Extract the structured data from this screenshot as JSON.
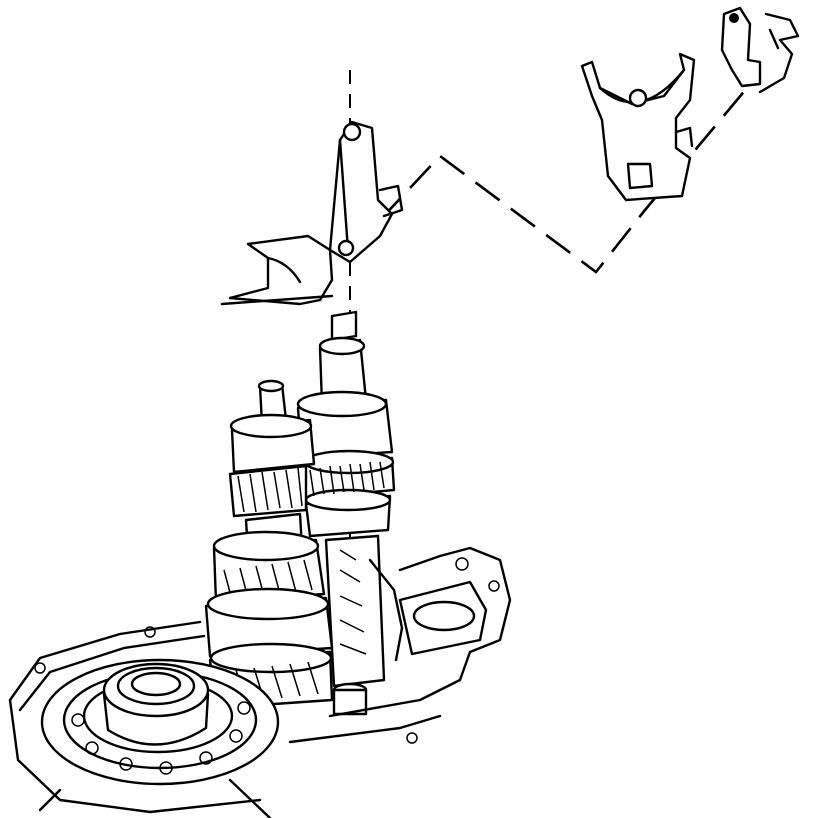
{
  "diagram": {
    "ink_color": "#000000",
    "paper_color": "#ffffff",
    "components": [
      "shift-fork-left",
      "shift-fork-right",
      "bolt-lock",
      "mainshaft-gear-stack",
      "countershaft-gear-stack",
      "transmission-case",
      "differential-ring-gear"
    ]
  }
}
